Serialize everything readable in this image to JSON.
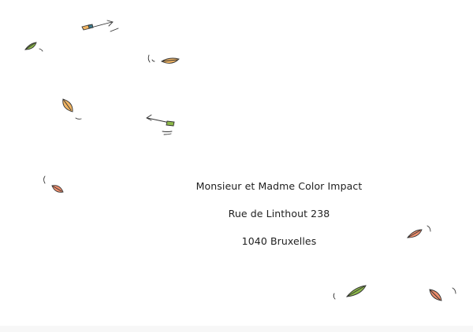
{
  "address": {
    "name_line": "Monsieur et Madme Color Impact",
    "street_line": "Rue de Linthout 238",
    "city_line": "1040 Bruxelles"
  },
  "decoration": {
    "icons": [
      "leaf-icon",
      "arrow-icon",
      "wind-stroke-icon"
    ],
    "colors": {
      "leaf_green": "#8db84a",
      "leaf_orange": "#f0b463",
      "leaf_salmon": "#ef8f6e",
      "arrow_teal": "#3f7a8c",
      "ink": "#333333"
    }
  }
}
